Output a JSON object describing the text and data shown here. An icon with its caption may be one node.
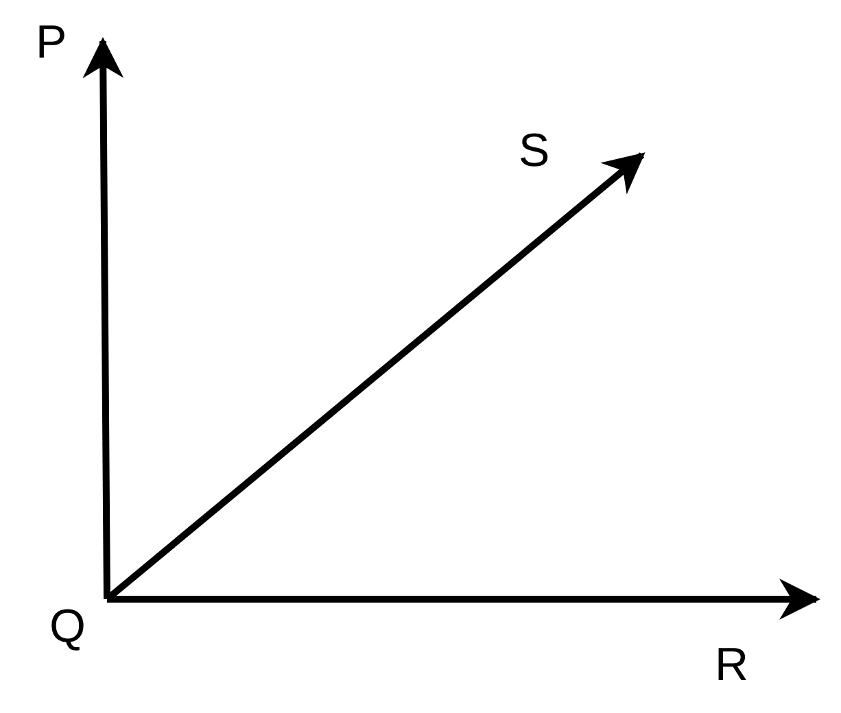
{
  "diagram": {
    "nodes": [
      {
        "text": [
          "Q"
        ]
      },
      {
        "text": [
          "P"
        ]
      },
      {
        "text": [
          "S"
        ]
      },
      {
        "text": [
          "R"
        ]
      }
    ],
    "edges": [
      {
        "from": 0,
        "to": 1,
        "arrow": "to"
      },
      {
        "from": 0,
        "to": 2,
        "arrow": "to"
      },
      {
        "from": 0,
        "to": 3,
        "arrow": "to"
      }
    ]
  }
}
